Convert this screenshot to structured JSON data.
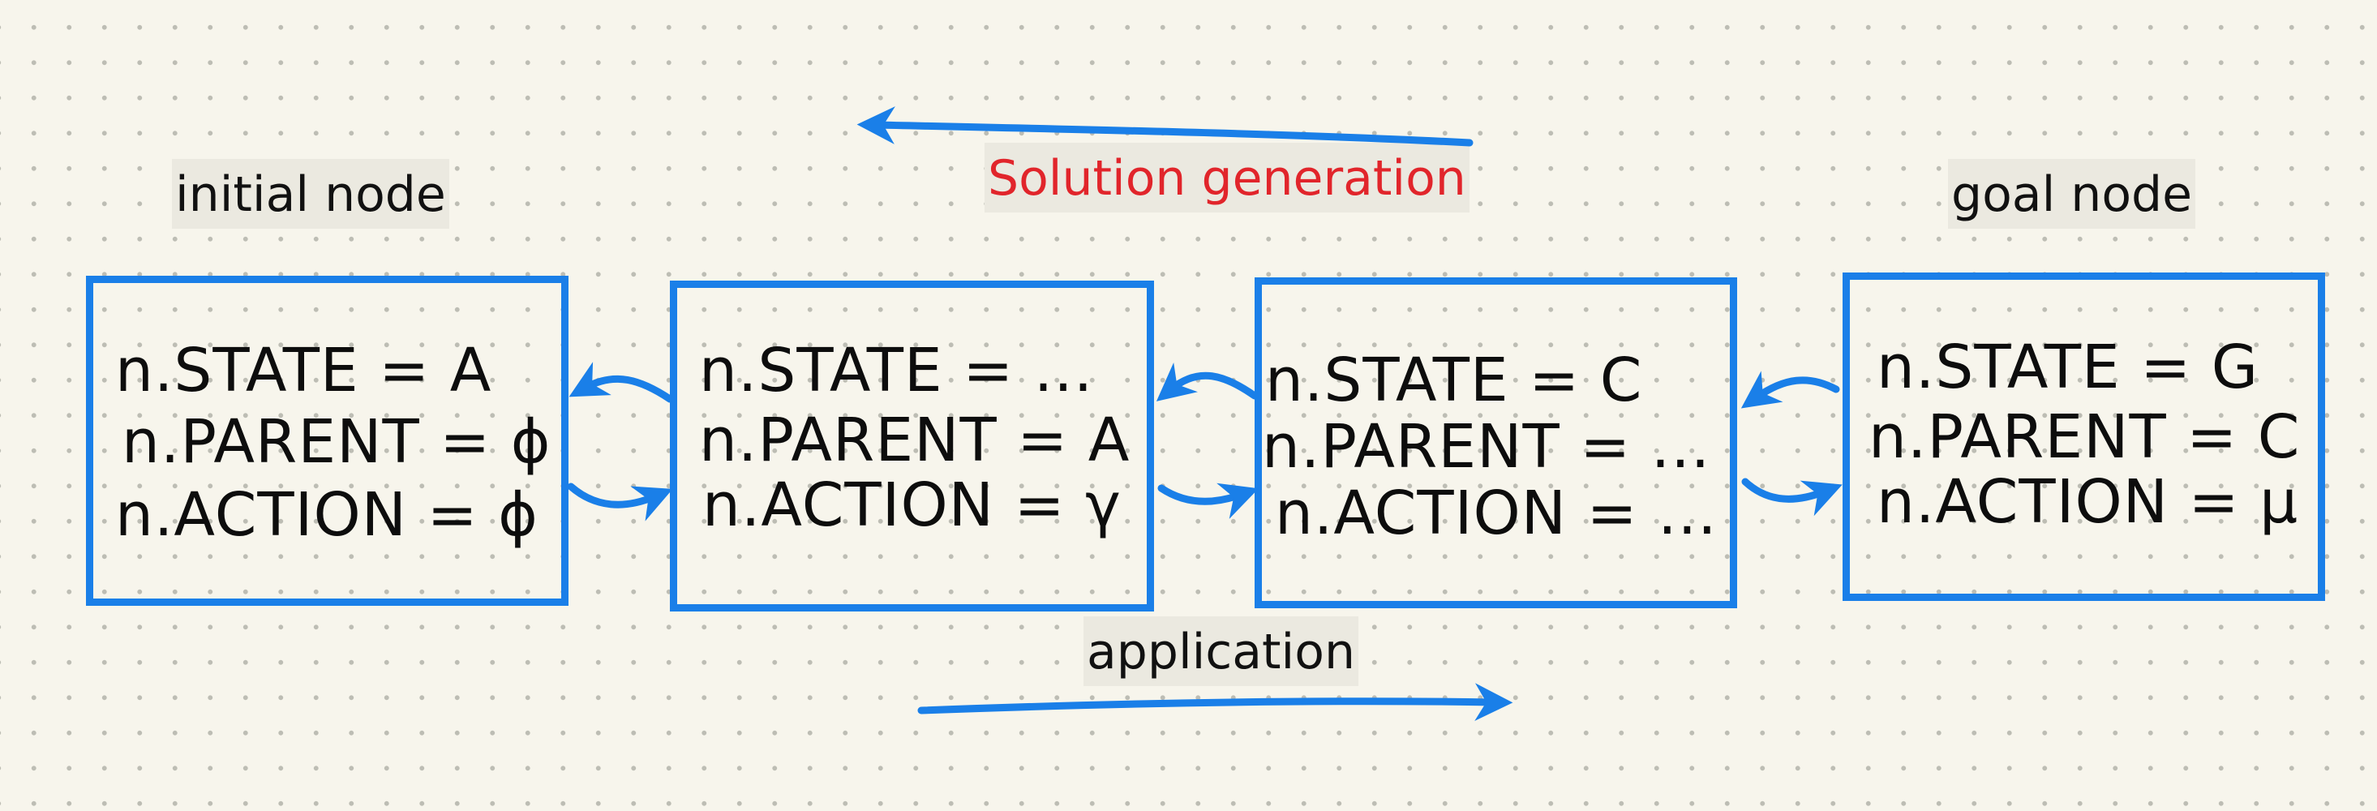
{
  "labels": {
    "initial": "initial node",
    "goal": "goal node",
    "solution": "Solution generation",
    "application": "application"
  },
  "nodes": [
    {
      "state": "n.STATE = A",
      "parent": "n.PARENT = ϕ",
      "action": "n.ACTION = ϕ"
    },
    {
      "state": "n.STATE = ...",
      "parent": "n.PARENT = A",
      "action": "n.ACTION = γ"
    },
    {
      "state": "n.STATE = C",
      "parent": "n.PARENT = ...",
      "action": "n.ACTION = ..."
    },
    {
      "state": "n.STATE = G",
      "parent": "n.PARENT = C",
      "action": "n.ACTION = μ"
    }
  ],
  "colors": {
    "box": "#1a7fe8",
    "arrow": "#1a7fe8",
    "solution_text": "#e1252b",
    "background": "#f7f5ec"
  }
}
